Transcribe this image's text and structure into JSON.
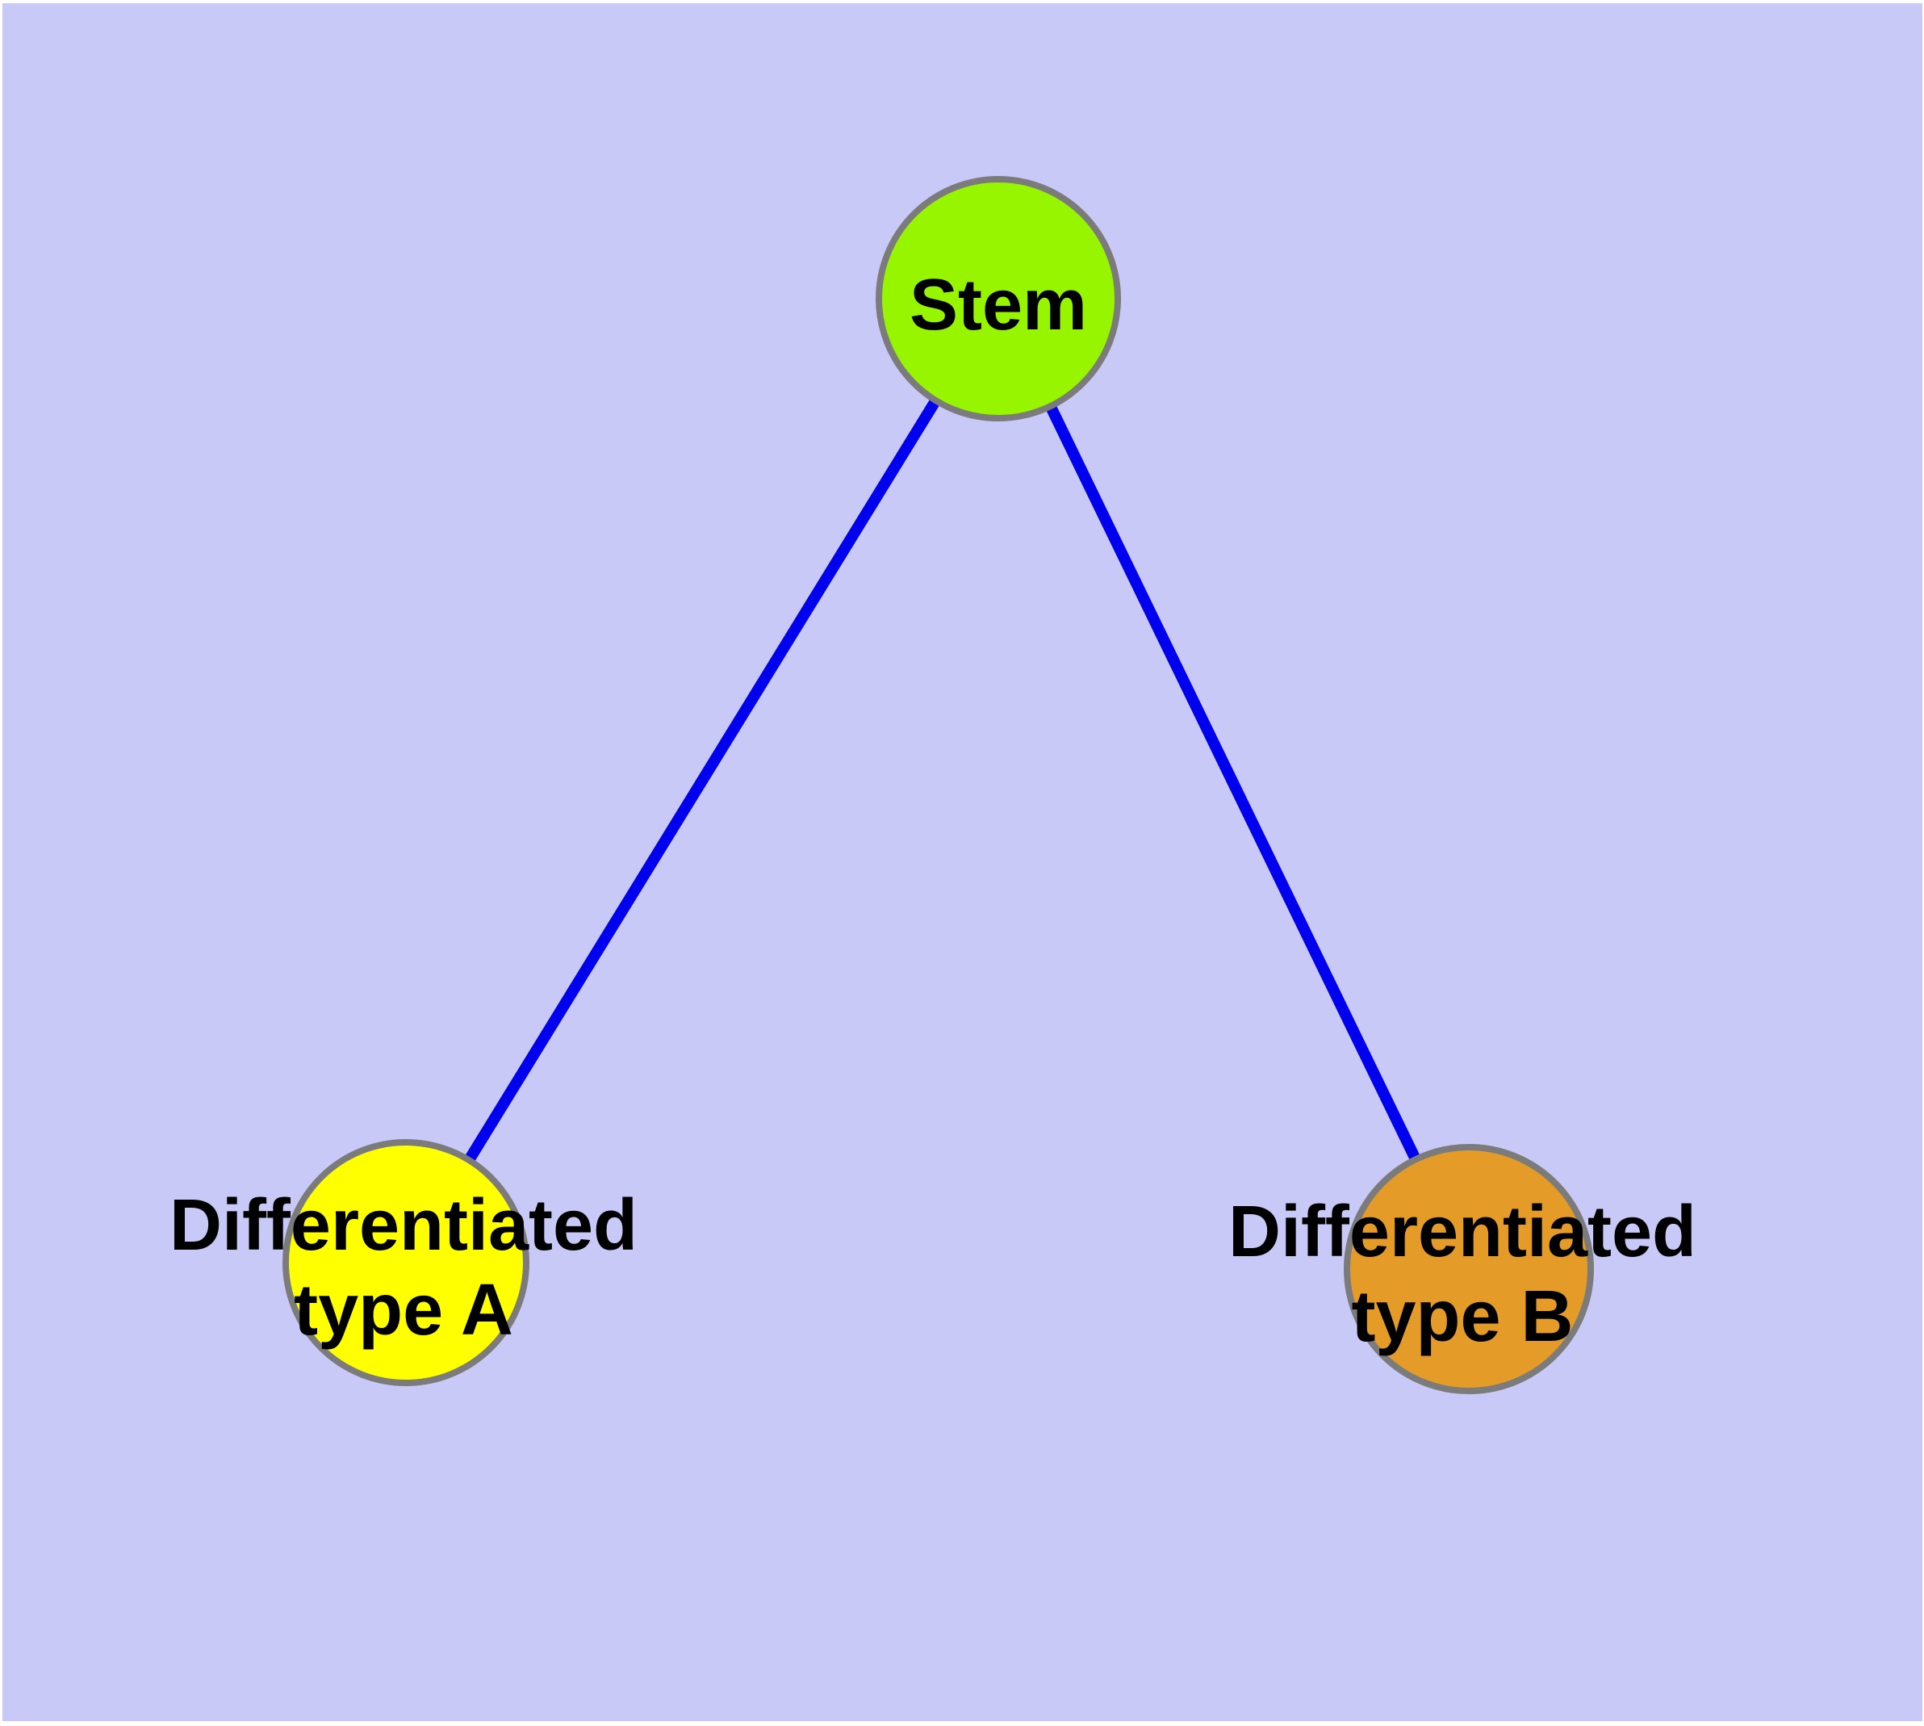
{
  "diagram": {
    "style": {
      "background_color": "#C9C9F8",
      "page_margin_color": "#FFFFFF",
      "edge_color": "#0000EE",
      "node_border_color": "#7B7B7B",
      "label_color": "#000000"
    },
    "nodes": [
      {
        "id": "stem",
        "label": "Stem",
        "fill": "#97F500"
      },
      {
        "id": "differentiated-type-a",
        "label_line1": "Differentiated",
        "label_line2": "type A",
        "fill": "#FFFF00"
      },
      {
        "id": "differentiated-type-b",
        "label_line1": "Differentiated",
        "label_line2": "type B",
        "fill": "#E49B27"
      }
    ],
    "edges": [
      {
        "from": "stem",
        "to": "differentiated-type-a"
      },
      {
        "from": "stem",
        "to": "differentiated-type-b"
      }
    ]
  }
}
